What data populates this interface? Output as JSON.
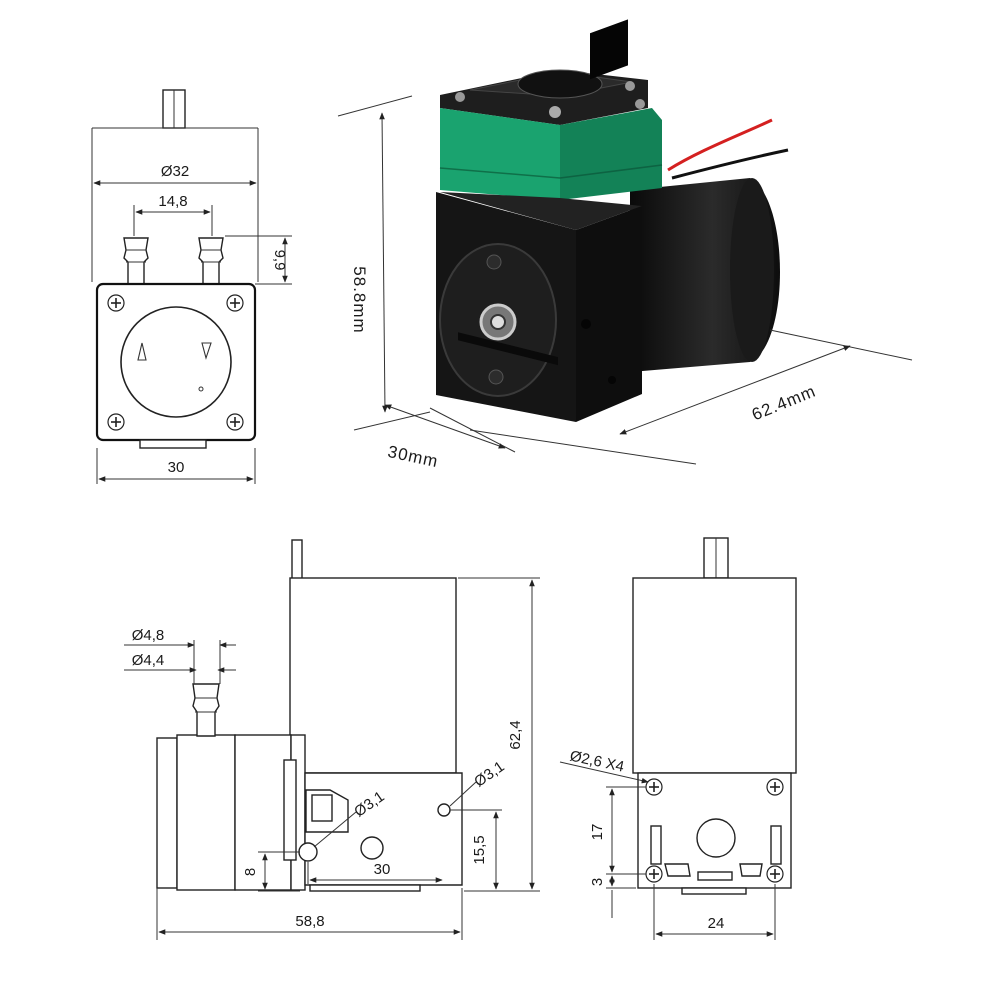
{
  "top_view": {
    "dia_32": "Ø32",
    "spacing_14_8": "14,8",
    "port_9_9": "9,9",
    "width_30": "30"
  },
  "render_3d": {
    "height": "58.8mm",
    "width": "30mm",
    "length": "62.4mm",
    "accent_color": "#1aa36f",
    "body_color": "#141414"
  },
  "side_view": {
    "dia_4_8": "Ø4,8",
    "dia_4_4": "Ø4,4",
    "height_62_4": "62,4",
    "hole_3_1_a": "Ø3,1",
    "hole_3_1_b": "Ø3,1",
    "offset_15_5": "15,5",
    "offset_8": "8",
    "span_30": "30",
    "length_58_8": "58,8"
  },
  "front_view": {
    "holes": "Ø2,6 X4",
    "h_17": "17",
    "h_3": "3",
    "w_24": "24"
  }
}
